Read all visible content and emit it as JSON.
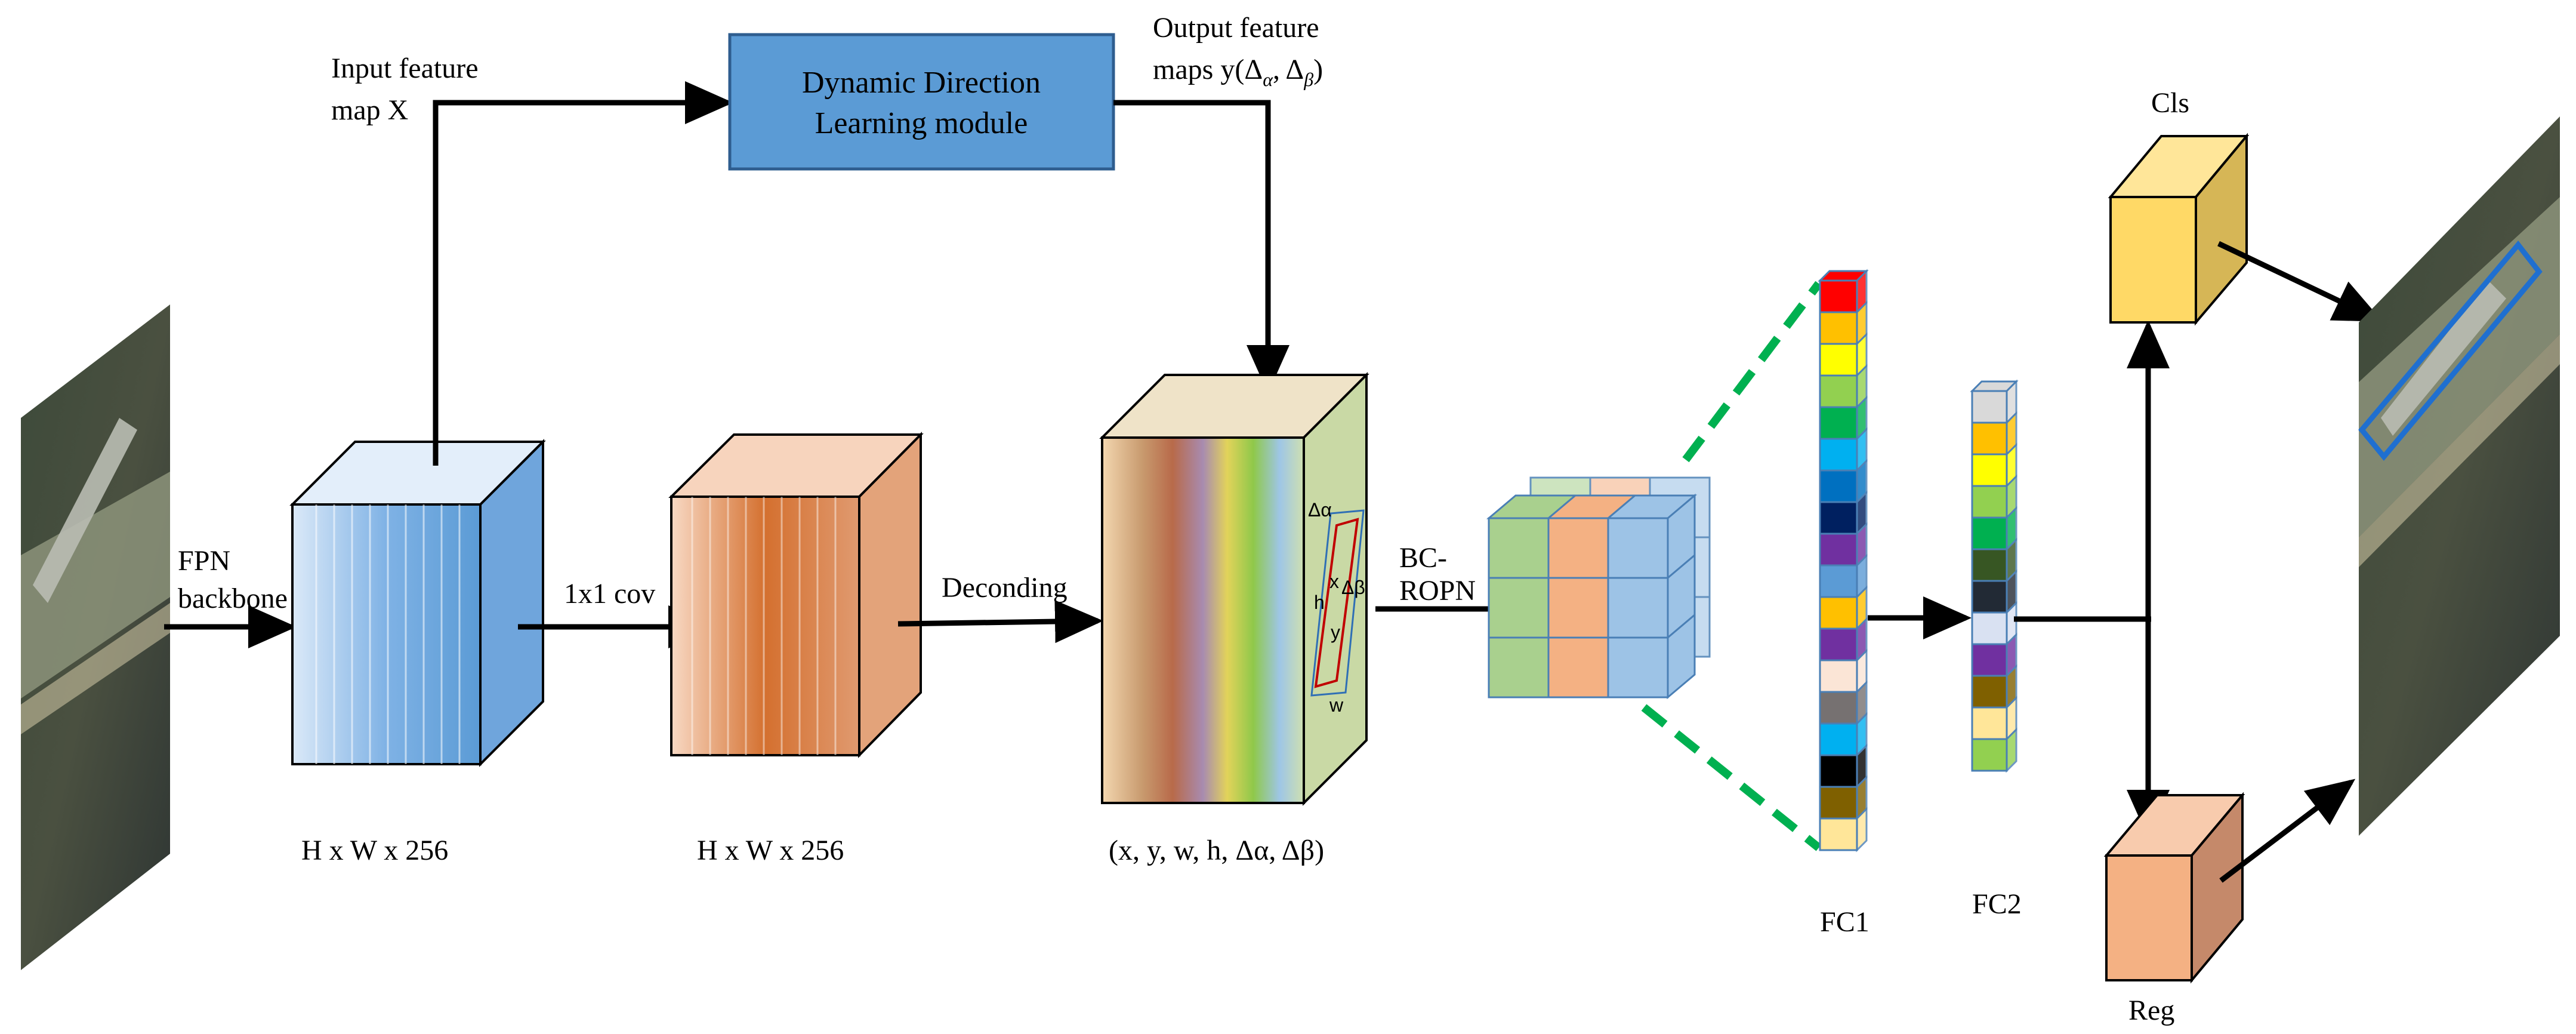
{
  "labels": {
    "fpn_line1": "FPN",
    "fpn_line2": "backbone",
    "input_line1": "Input feature",
    "input_line2": "map X",
    "module_line1": "Dynamic Direction",
    "module_line2": "Learning module",
    "output_line1": "Output feature",
    "output_line2_prefix": "maps y(",
    "output_line2_suffix": ")",
    "conv": "1x1 cov",
    "decoding": "Deconding",
    "bc_line1": "BC-",
    "bc_line2": "ROPN",
    "dim1": "H x W x 256",
    "dim2": "H x W x 256",
    "outputs_tuple": "(x, y, w, h, Δα, Δβ)",
    "fc1": "FC1",
    "fc2": "FC2",
    "cls": "Cls",
    "reg": "Reg",
    "box_x": "x",
    "box_y": "y",
    "box_h": "h",
    "box_w": "w",
    "box_da": "Δα",
    "box_db": "Δβ"
  },
  "colors": {
    "module_fill": "#5b9bd5",
    "blue_block": "#5b9bd5",
    "orange_block": "#d46a2a",
    "cls_block": "#ffd966",
    "reg_block": "#f4b183",
    "dashed_line": "#00b050",
    "roi_box": "#1f6fd0",
    "fc1_cells": [
      "#ff0000",
      "#ffc000",
      "#ffff00",
      "#92d050",
      "#00b050",
      "#00b0f0",
      "#0070c0",
      "#002060",
      "#7030a0",
      "#5b9bd5",
      "#ffc000",
      "#7030a0",
      "#fbe5d6",
      "#767171",
      "#00b0f0",
      "#000000",
      "#7f6000",
      "#ffe699"
    ],
    "fc2_cells": [
      "#d9d9d9",
      "#ffc000",
      "#ffff00",
      "#92d050",
      "#00b050",
      "#375623",
      "#222a35",
      "#d9e1f2",
      "#7030a0",
      "#7f6000",
      "#ffe699",
      "#92d050"
    ]
  }
}
